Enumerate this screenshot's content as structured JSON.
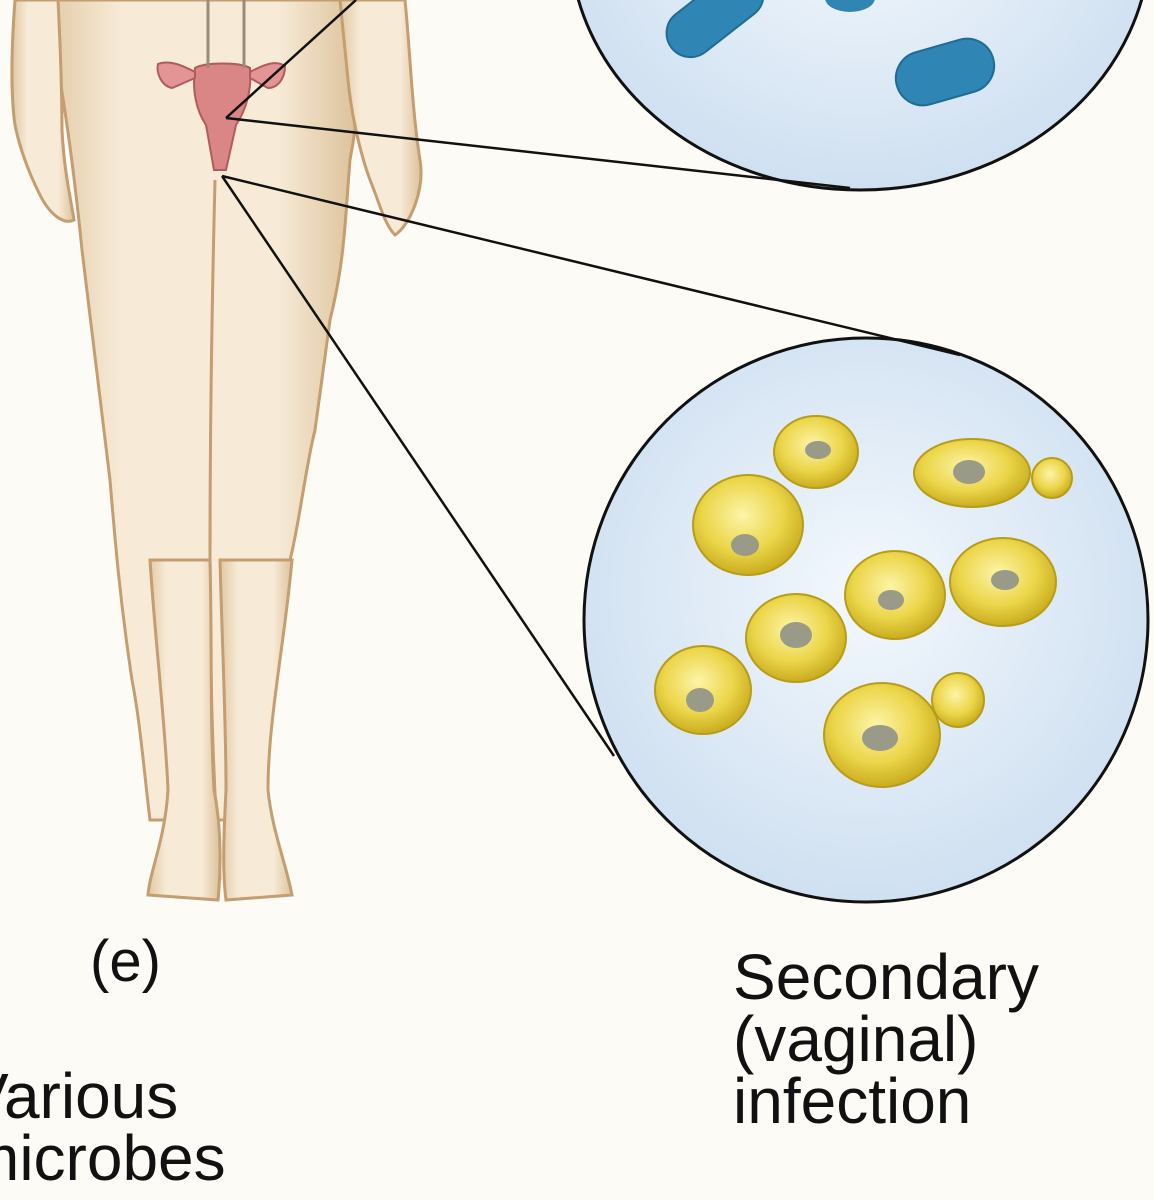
{
  "panel_label": "(e)",
  "left_caption": {
    "line1": "Various",
    "line2": "microbes"
  },
  "right_caption": {
    "line1": "Secondary",
    "line2": "(vaginal)",
    "line3": "infection"
  },
  "colors": {
    "skin": "#f3e2c8",
    "skin_shadow": "#d2b48c",
    "organ": "#d98080",
    "circle_fill": "#dbe8f5",
    "bacteria": "#2f86b5",
    "yeast": "#e8d23a",
    "yeast_nucleus": "#9a9a88",
    "line": "#111111"
  },
  "icons": {
    "body": "human-figure-icon",
    "top_circle": "bacteria-magnification-icon",
    "bottom_circle": "yeast-magnification-icon"
  }
}
